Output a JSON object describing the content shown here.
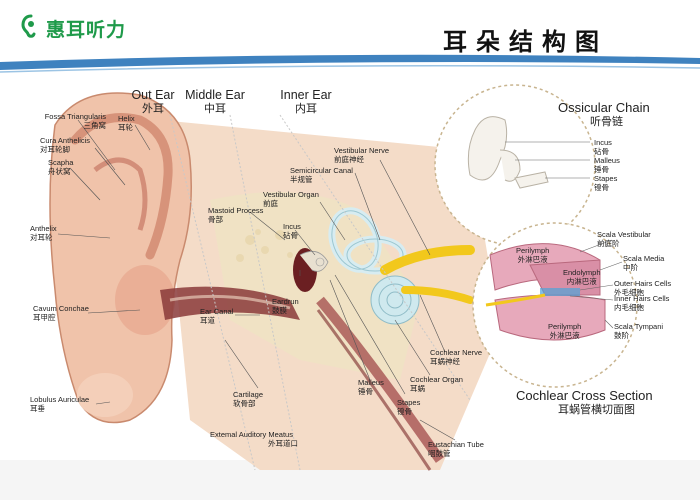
{
  "brand": {
    "name": "惠耳听力",
    "logo_icon": "ear-logo-icon",
    "color": "#1f9a4a"
  },
  "title": "耳朵结构图",
  "sections": {
    "out_ear": {
      "en": "Out Ear",
      "zh": "外耳"
    },
    "middle_ear": {
      "en": "Middle Ear",
      "zh": "中耳"
    },
    "inner_ear": {
      "en": "Inner Ear",
      "zh": "内耳"
    }
  },
  "labels": {
    "fossa_triangularis": {
      "en": "Fossa Triangularis",
      "zh": "三角窝"
    },
    "helix": {
      "en": "Helix",
      "zh": "耳轮"
    },
    "cura_anthelicis": {
      "en": "Cura Anthelicis",
      "zh": "对耳轮脚"
    },
    "scapha": {
      "en": "Scapha",
      "zh": "舟状窝"
    },
    "anthelix": {
      "en": "Anthelix",
      "zh": "对耳轮"
    },
    "cavum_conchae": {
      "en": "Cavum Conchae",
      "zh": "耳甲腔"
    },
    "lobulus_auriculae": {
      "en": "Lobulus Auriculae",
      "zh": "耳垂"
    },
    "mastoid_process": {
      "en": "Mastoid Process",
      "zh": "骨部"
    },
    "ear_canal": {
      "en": "Ear Canal",
      "zh": "耳道"
    },
    "eardrum": {
      "en": "Eardrun",
      "zh": "鼓膜"
    },
    "incus": {
      "en": "Incus",
      "zh": "砧骨"
    },
    "vestibular_organ": {
      "en": "Vestibular Organ",
      "zh": "前庭"
    },
    "semicircular_canal": {
      "en": "Semicircular Canal",
      "zh": "半规管"
    },
    "vestibular_nerve": {
      "en": "Vestibular Nerve",
      "zh": "前庭神经"
    },
    "cartilage": {
      "en": "Cartilage",
      "zh": "软骨部"
    },
    "external_meatus": {
      "en": "Extemal Auditory Meatus",
      "zh": "外耳道口"
    },
    "malleus": {
      "en": "Malleus",
      "zh": "锤骨"
    },
    "stapes": {
      "en": "Stapes",
      "zh": "镫骨"
    },
    "cochlear_organ": {
      "en": "Cochlear Organ",
      "zh": "耳蜗"
    },
    "cochlear_nerve": {
      "en": "Cochlear Nerve",
      "zh": "耳蜗神经"
    },
    "eustachian_tube": {
      "en": "Eustachian Tube",
      "zh": "咽鼓管"
    }
  },
  "ossicular": {
    "title_en": "Ossicular Chain",
    "title_zh": "听骨链",
    "incus": {
      "en": "Incus",
      "zh": "砧骨"
    },
    "malleus": {
      "en": "Malleus",
      "zh": "锤骨"
    },
    "stapes": {
      "en": "Stapes",
      "zh": "镫骨"
    }
  },
  "cochlear_section": {
    "title_en": "Cochlear Cross Section",
    "title_zh": "耳蜗管横切面图",
    "scala_vestibular": {
      "en": "Scala Vestibular",
      "zh": "前庭阶"
    },
    "perilymph_top": {
      "en": "Perilymph",
      "zh": "外淋巴液"
    },
    "scala_media": {
      "en": "Scala Media",
      "zh": "中阶"
    },
    "endolymph": {
      "en": "Endolymph",
      "zh": "内淋巴液"
    },
    "outer_hairs": {
      "en": "Outer Hairs Cells",
      "zh": "外毛细胞"
    },
    "inner_hairs": {
      "en": "Inner Hairs Cells",
      "zh": "内毛细胞"
    },
    "perilymph_bottom": {
      "en": "Perilymph",
      "zh": "外淋巴液"
    },
    "scala_tympani": {
      "en": "Scala Tympani",
      "zh": "鼓阶"
    }
  },
  "colors": {
    "skin": "#f1c9b0",
    "skin_dark": "#c97a5a",
    "bone": "#f3e6c6",
    "bone_dark": "#d9c69a",
    "canal": "#8a3a3a",
    "cochlea": "#cfe9ee",
    "nerve": "#f2c81c",
    "cross_section": "#e7a9bb",
    "accent_line": "#2a74b8"
  }
}
